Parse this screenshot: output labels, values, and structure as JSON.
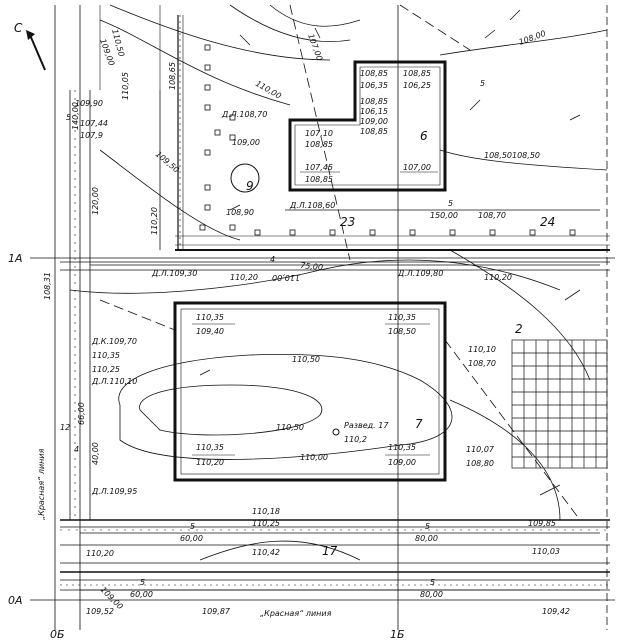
{
  "axes": {
    "north": "С",
    "row_1A": "1А",
    "row_0A": "0А",
    "col_0B": "0Б",
    "col_1B": "1Б"
  },
  "buildings": {
    "b6": {
      "number": "6",
      "marks": [
        "108,85",
        "106,35",
        "108,85",
        "106,25",
        "108,85",
        "106,15",
        "109,00",
        "108,85",
        "107,10",
        "108,85",
        "107,45",
        "108,85",
        "107,00"
      ]
    },
    "b7": {
      "number": "7",
      "marks": [
        "110,35",
        "109,40",
        "110,35",
        "108,50",
        "110,35",
        "110,20",
        "110,35",
        "109,00"
      ]
    },
    "b9": {
      "number": "9"
    }
  },
  "numbers": {
    "n2": "2",
    "n17": "17",
    "n23": "23",
    "n24": "24"
  },
  "labels": {
    "red_line_bottom": "„Красная“ линия",
    "red_line_left": "„Красная“ линия",
    "razved": "Развед. 17",
    "razved_val": "110,2",
    "dl_108_70": "Д.Л.108,70",
    "dl_108_60": "Д.Л.108,60",
    "dl_109_30": "Д.Л.109,30",
    "dl_109_80": "Д.Л.109,80",
    "dk_109_70": "Д.К.109,70",
    "dl_110_10": "Д.Л.110,10",
    "dl_109_95": "Д.Л.109,95"
  },
  "contours": [
    "109,00",
    "109,50",
    "110,00",
    "110,50",
    "107,00",
    "108,00",
    "108,50",
    "110,00",
    "110,50",
    "110,50",
    "110,00",
    "109,00"
  ],
  "spot_marks": [
    "109,90",
    "107,44",
    "107,9",
    "110,05",
    "108,65",
    "109,00",
    "108,90",
    "108,50",
    "108,70",
    "110,20",
    "110,20",
    "110,35",
    "110,25",
    "110,10",
    "108,70",
    "110,07",
    "108,80",
    "110,18",
    "110,25",
    "110,42",
    "109,85",
    "110,03",
    "110,20",
    "109,52",
    "109,87",
    "109,42",
    "108,31",
    "140,00",
    "120,00",
    "110,20",
    "66,00",
    "40,00",
    "12",
    "4",
    "5"
  ],
  "dims": [
    "150,00",
    "75,00",
    "60,00",
    "80,00",
    "60,00",
    "80,00",
    "5",
    "5",
    "5",
    "5",
    "5",
    "5",
    "4"
  ],
  "colors": {
    "ink": "#111111",
    "paper": "#ffffff"
  }
}
